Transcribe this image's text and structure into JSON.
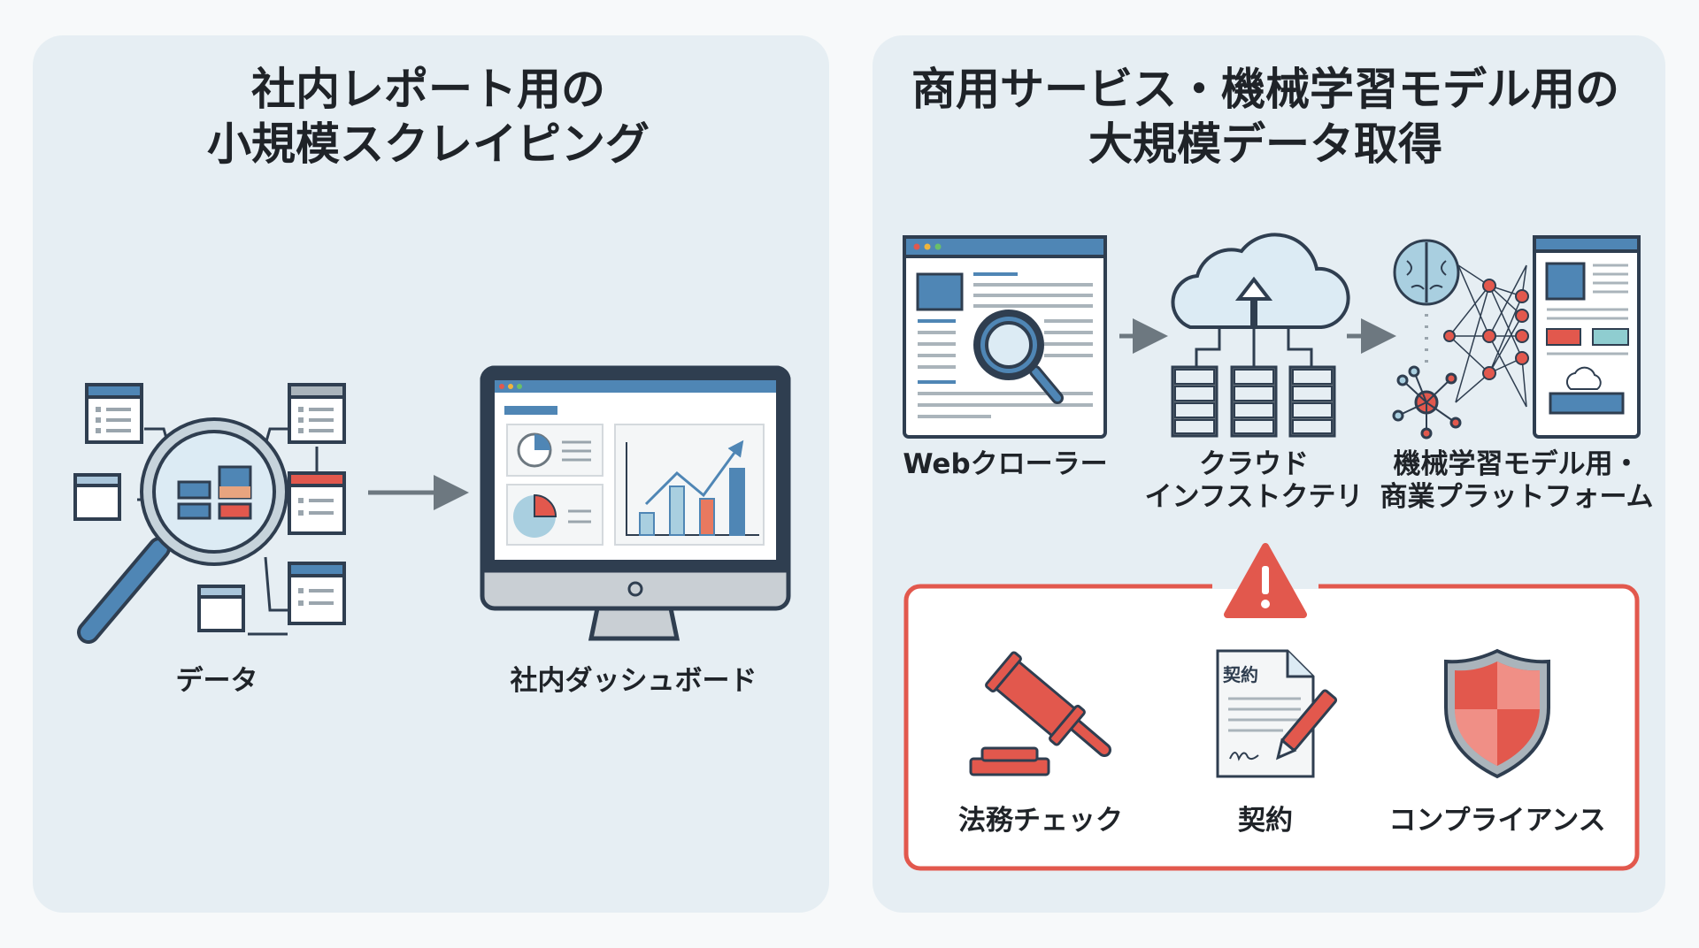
{
  "left_panel": {
    "title_line1": "社内レポート用の",
    "title_line2": "小規模スクレイピング",
    "data_label": "データ",
    "dashboard_label": "社内ダッシュボード"
  },
  "right_panel": {
    "title_line1": "商用サービス・機械学習モデル用の",
    "title_line2": "大規模データ取得",
    "crawler_label": "Webクローラー",
    "cloud_label_line1": "クラウド",
    "cloud_label_line2": "インフストクテリ",
    "ml_label_line1": "機械学習モデル用・",
    "ml_label_line2": "商業プラットフォーム",
    "warning": {
      "legal_label": "法務チェック",
      "contract_label": "契約",
      "contract_doc_text": "契約",
      "compliance_label": "コンプライアンス"
    }
  },
  "colors": {
    "panel": "#e6eef3",
    "dark": "#2f3e50",
    "blue": "#4f86b5",
    "light_blue": "#cfe3ef",
    "red": "#e2584d",
    "gray": "#9aa5ad"
  }
}
